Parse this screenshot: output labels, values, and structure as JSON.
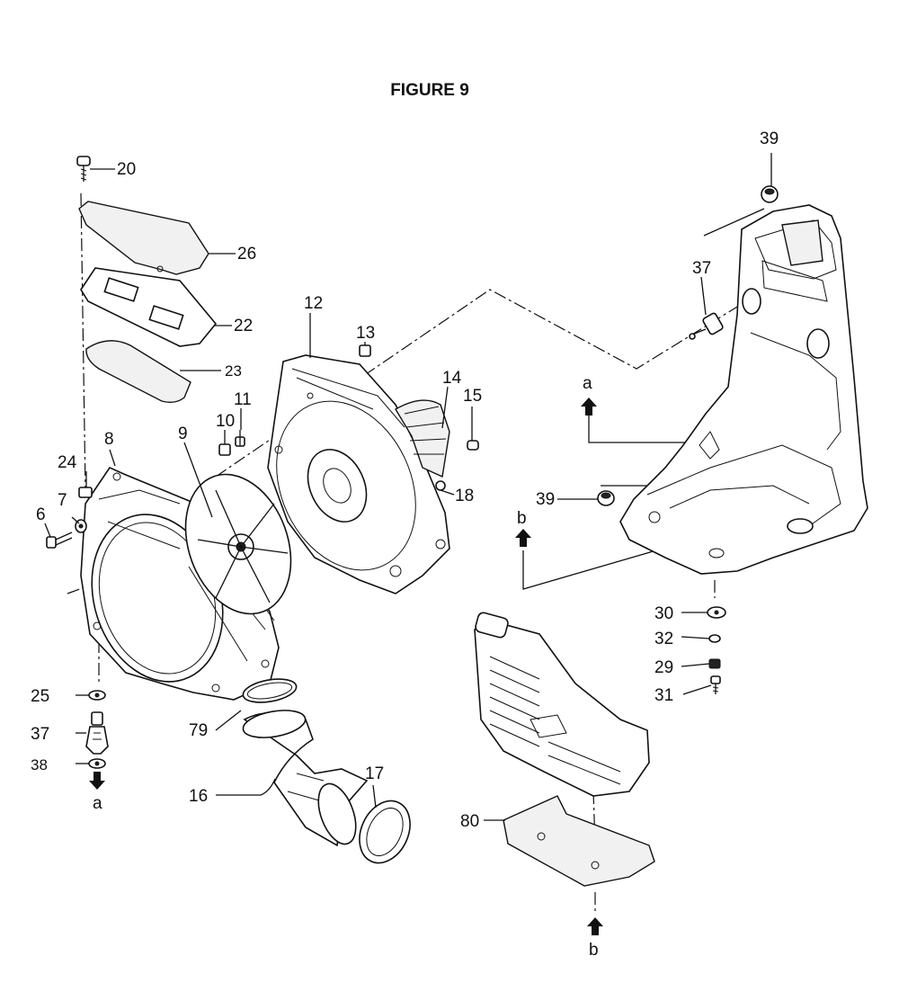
{
  "title": "FIGURE 9",
  "labels": {
    "l6": "6",
    "l7": "7",
    "l8": "8",
    "l9": "9",
    "l10": "10",
    "l11": "11",
    "l12": "12",
    "l13": "13",
    "l14": "14",
    "l15": "15",
    "l16": "16",
    "l17": "17",
    "l18": "18",
    "l20": "20",
    "l22": "22",
    "l23": "23",
    "l24": "24",
    "l25": "25",
    "l26": "26",
    "l29": "29",
    "l30": "30",
    "l31": "31",
    "l32": "32",
    "l37a": "37",
    "l37b": "37",
    "l38": "38",
    "l39a": "39",
    "l39b": "39",
    "l79": "79",
    "l80": "80"
  },
  "refs": {
    "a_top": "a",
    "a_bottom": "a",
    "b_left": "b",
    "b_bottom": "b"
  }
}
